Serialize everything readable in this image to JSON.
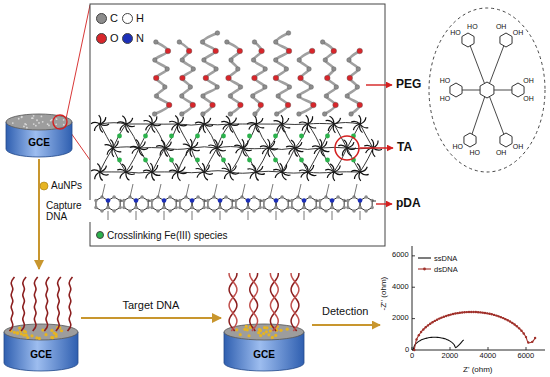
{
  "diagram": {
    "nodes": [
      {
        "text": [
          "GCE"
        ]
      },
      {
        "text": [
          "GCE"
        ]
      },
      {
        "text": [
          "GCE"
        ]
      }
    ],
    "edges": [
      {
        "from": 0,
        "to": 1,
        "label": "Capture DNA",
        "arrow": "to"
      },
      {
        "from": 1,
        "to": 2,
        "label": "Target DNA",
        "arrow": "to"
      }
    ],
    "labels": [
      "PEG",
      "TA",
      "pDA",
      "AuNPs",
      "Detection",
      "0",
      "2000",
      "4000",
      "6000",
      "0",
      "2000",
      "4000",
      "6000",
      "Z' (ohm)",
      "-Z'' (ohm)",
      "HO",
      "HO",
      "OH",
      "OH",
      "HO",
      "HO",
      "OH",
      "OH",
      "HO",
      "HO",
      "OH",
      "OH"
    ],
    "legend": [
      {
        "text": "C",
        "color": "#8c8c8c"
      },
      {
        "text": "H",
        "color": "#ffffff"
      },
      {
        "text": "O",
        "color": "#d8262b"
      },
      {
        "text": "N",
        "color": "#1c2fb8"
      },
      {
        "text": "Crosslinking Fe(III) species",
        "color": "#2bb24c"
      },
      {
        "text": "ssDNA"
      },
      {
        "text": "dsDNA"
      }
    ]
  }
}
